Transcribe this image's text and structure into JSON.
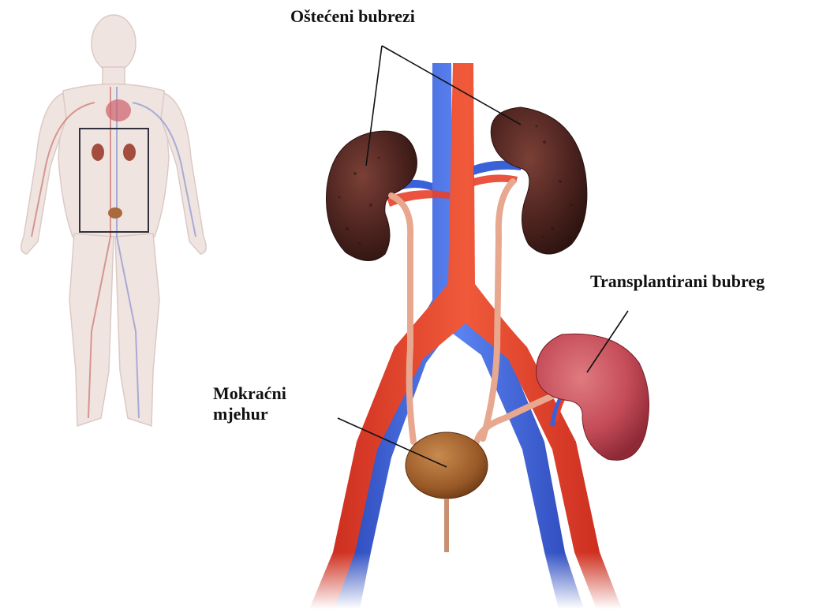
{
  "labels": {
    "damaged_kidneys": "Oštećeni bubrezi",
    "transplanted_kidney": "Transplantirani bubreg",
    "bladder_line1": "Mokraćni",
    "bladder_line2": "mjehur"
  },
  "colors": {
    "artery": "#e8402a",
    "vein": "#3a62d8",
    "damaged_kidney": "#5a2a22",
    "transplant_kidney": "#c8505a",
    "ureter": "#e8a890",
    "bladder": "#a06030",
    "body_silhouette": "#ead8d4"
  }
}
